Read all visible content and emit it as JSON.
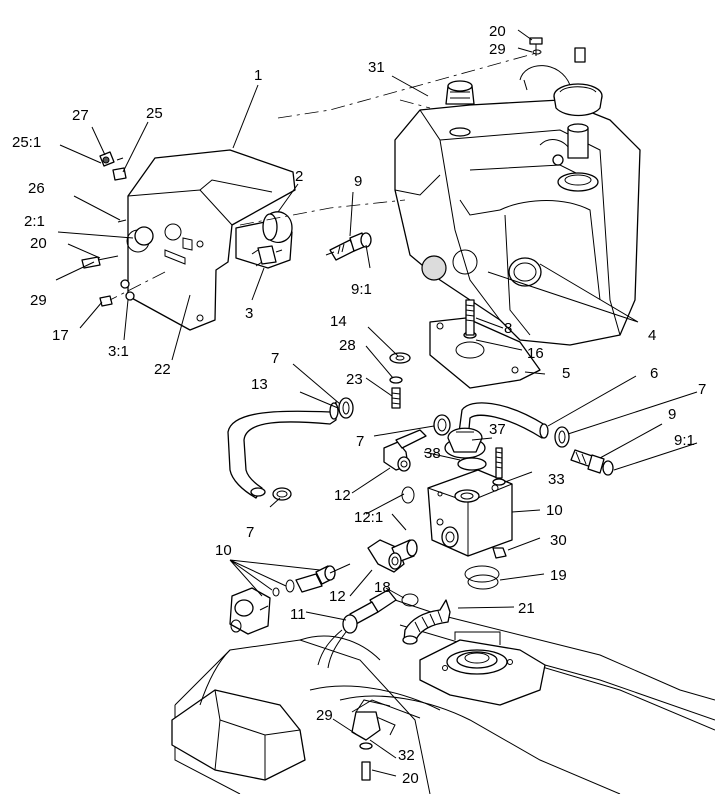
{
  "callouts": [
    {
      "id": "c1",
      "text": "1"
    },
    {
      "id": "c2",
      "text": "2"
    },
    {
      "id": "c3",
      "text": "3"
    },
    {
      "id": "c31",
      "text": "3:1"
    },
    {
      "id": "c4",
      "text": "4"
    },
    {
      "id": "c5",
      "text": "5"
    },
    {
      "id": "c6",
      "text": "6"
    },
    {
      "id": "c7a",
      "text": "7"
    },
    {
      "id": "c7b",
      "text": "7"
    },
    {
      "id": "c7c",
      "text": "7"
    },
    {
      "id": "c7d",
      "text": "7"
    },
    {
      "id": "c8",
      "text": "8"
    },
    {
      "id": "c9a",
      "text": "9"
    },
    {
      "id": "c9b",
      "text": "9"
    },
    {
      "id": "c91a",
      "text": "9:1"
    },
    {
      "id": "c91b",
      "text": "9:1"
    },
    {
      "id": "c10a",
      "text": "10"
    },
    {
      "id": "c10b",
      "text": "10"
    },
    {
      "id": "c11",
      "text": "11"
    },
    {
      "id": "c12a",
      "text": "12"
    },
    {
      "id": "c12b",
      "text": "12"
    },
    {
      "id": "c121",
      "text": "12:1"
    },
    {
      "id": "c13",
      "text": "13"
    },
    {
      "id": "c14",
      "text": "14"
    },
    {
      "id": "c16",
      "text": "16"
    },
    {
      "id": "c17",
      "text": "17"
    },
    {
      "id": "c18",
      "text": "18"
    },
    {
      "id": "c19",
      "text": "19"
    },
    {
      "id": "c20a",
      "text": "20"
    },
    {
      "id": "c20b",
      "text": "20"
    },
    {
      "id": "c20c",
      "text": "20"
    },
    {
      "id": "c21",
      "text": "21"
    },
    {
      "id": "c21b",
      "text": "2:1"
    },
    {
      "id": "c22",
      "text": "22"
    },
    {
      "id": "c23",
      "text": "23"
    },
    {
      "id": "c25",
      "text": "25"
    },
    {
      "id": "c251",
      "text": "25:1"
    },
    {
      "id": "c26",
      "text": "26"
    },
    {
      "id": "c27",
      "text": "27"
    },
    {
      "id": "c28",
      "text": "28"
    },
    {
      "id": "c29a",
      "text": "29"
    },
    {
      "id": "c29b",
      "text": "29"
    },
    {
      "id": "c29c",
      "text": "29"
    },
    {
      "id": "c30",
      "text": "30"
    },
    {
      "id": "c31b",
      "text": "31"
    },
    {
      "id": "c32",
      "text": "32"
    },
    {
      "id": "c33",
      "text": "33"
    },
    {
      "id": "c37",
      "text": "37"
    },
    {
      "id": "c38",
      "text": "38"
    }
  ]
}
